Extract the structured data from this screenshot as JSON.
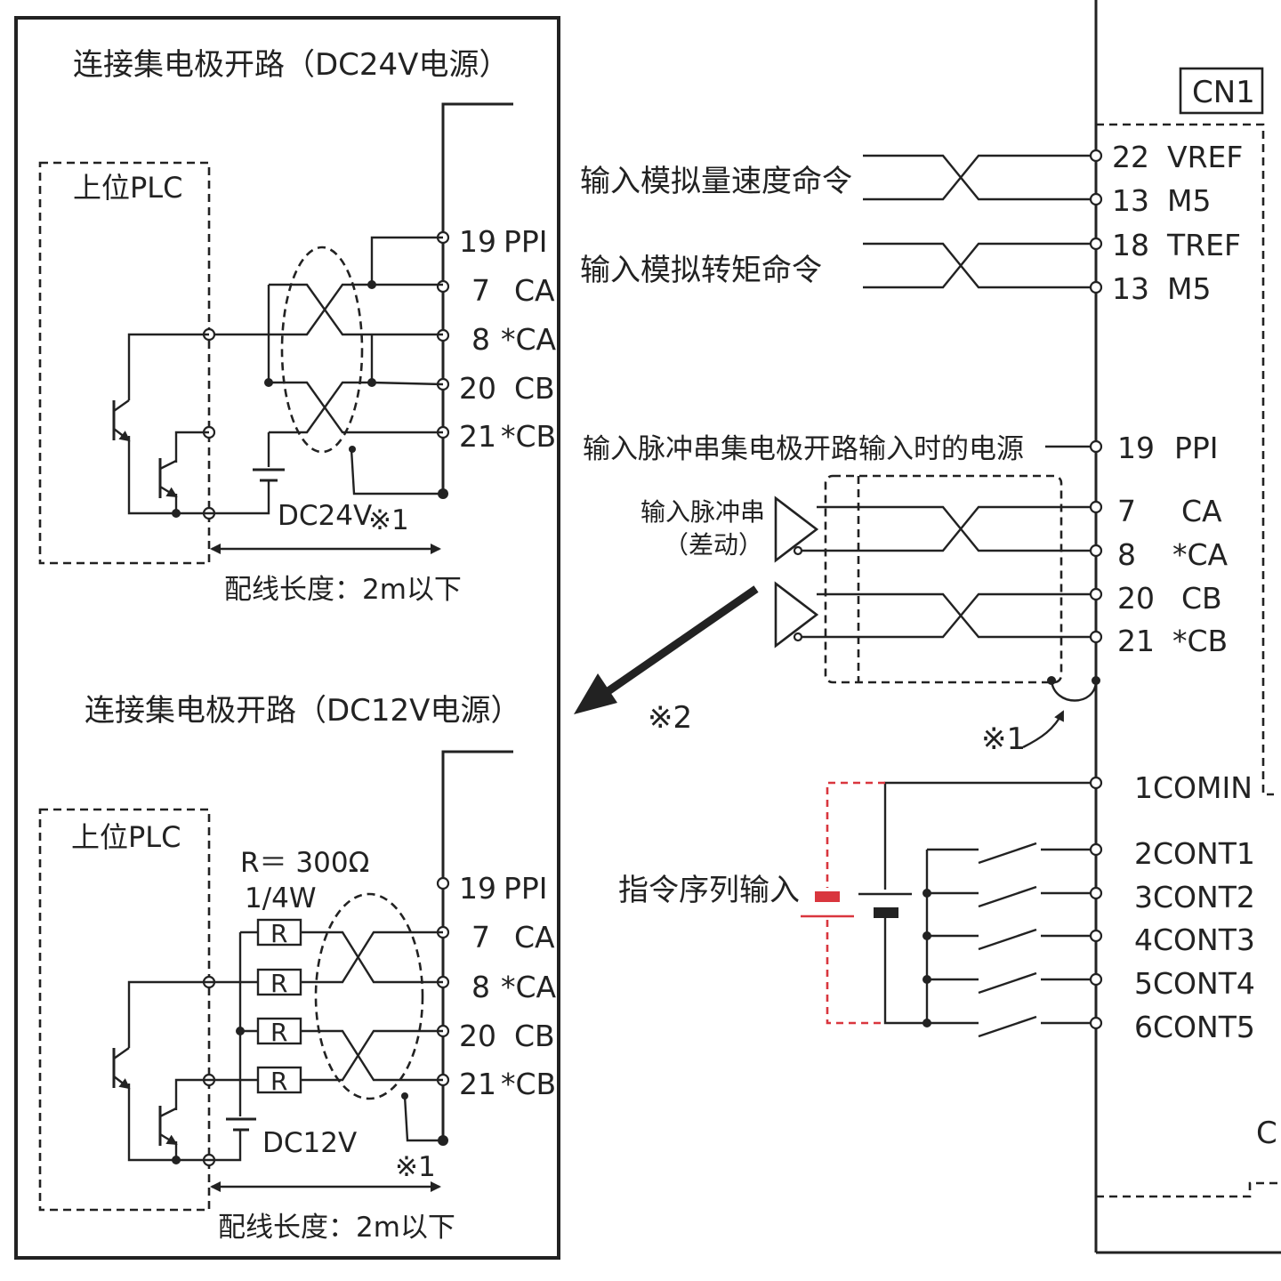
{
  "panel_24v": {
    "title": "连接集电极开路（DC24V电源）",
    "plc_label": "上位PLC",
    "source_label": "DC24V",
    "note_ref": "※1",
    "wiring_length": "配线长度：2m以下",
    "pins": [
      {
        "num": "19",
        "name": "PPI"
      },
      {
        "num": "7",
        "name": "CA"
      },
      {
        "num": "8",
        "name": "*CA"
      },
      {
        "num": "20",
        "name": "CB"
      },
      {
        "num": "21",
        "name": "*CB"
      }
    ]
  },
  "panel_12v": {
    "title": "连接集电极开路（DC12V电源）",
    "plc_label": "上位PLC",
    "resistor_value": "R＝ 300Ω",
    "resistor_power": "1/4W",
    "resistor_symbol": "R",
    "source_label": "DC12V",
    "note_ref": "※1",
    "wiring_length": "配线长度：2m以下",
    "pins": [
      {
        "num": "19",
        "name": "PPI"
      },
      {
        "num": "7",
        "name": "CA"
      },
      {
        "num": "8",
        "name": "*CA"
      },
      {
        "num": "20",
        "name": "CB"
      },
      {
        "num": "21",
        "name": "*CB"
      }
    ]
  },
  "connector": {
    "name": "CN1",
    "cut_label": "C"
  },
  "analog": {
    "speed_cmd": "输入模拟量速度命令",
    "torque_cmd": "输入模拟转矩命令",
    "pins": [
      {
        "num": "22",
        "name": "VREF"
      },
      {
        "num": "13",
        "name": "M5"
      },
      {
        "num": "18",
        "name": "TREF"
      },
      {
        "num": "13",
        "name": "M5"
      }
    ]
  },
  "pulse": {
    "power_label": "输入脉冲串集电极开路输入时的电源",
    "train_label": "输入脉冲串",
    "diff_label": "（差动）",
    "note2": "※2",
    "note1": "※1",
    "pins": [
      {
        "num": "19",
        "name": "PPI"
      },
      {
        "num": "7",
        "name": "CA"
      },
      {
        "num": "8",
        "name": "*CA"
      },
      {
        "num": "20",
        "name": "CB"
      },
      {
        "num": "21",
        "name": "*CB"
      }
    ]
  },
  "sequence": {
    "label": "指令序列输入",
    "common": "1COMIN",
    "inputs": [
      "2CONT1",
      "3CONT2",
      "4CONT3",
      "5CONT4",
      "6CONT5"
    ]
  },
  "colors": {
    "line": "#222222",
    "accent": "#d9363e"
  }
}
